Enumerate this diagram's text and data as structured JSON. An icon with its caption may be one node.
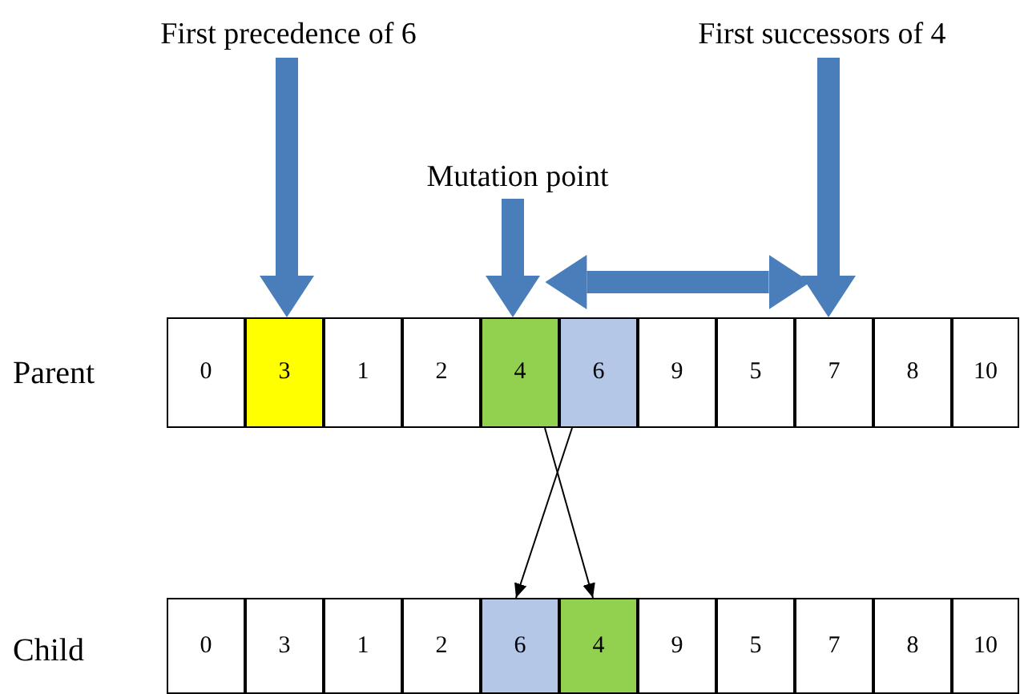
{
  "diagram": {
    "nodes": [
      {
        "text": [
          "First precedence of 6"
        ]
      },
      {
        "text": [
          "First successors of 4"
        ]
      },
      {
        "text": [
          "Mutation point"
        ]
      },
      {
        "text": [
          "0"
        ]
      },
      {
        "text": [
          "3"
        ]
      },
      {
        "text": [
          "1"
        ]
      },
      {
        "text": [
          "2"
        ]
      },
      {
        "text": [
          "4"
        ]
      },
      {
        "text": [
          "6"
        ]
      },
      {
        "text": [
          "9"
        ]
      },
      {
        "text": [
          "5"
        ]
      },
      {
        "text": [
          "7"
        ]
      },
      {
        "text": [
          "8"
        ]
      },
      {
        "text": [
          "10"
        ]
      },
      {
        "text": [
          "0"
        ]
      },
      {
        "text": [
          "3"
        ]
      },
      {
        "text": [
          "1"
        ]
      },
      {
        "text": [
          "2"
        ]
      },
      {
        "text": [
          "6"
        ]
      },
      {
        "text": [
          "4"
        ]
      },
      {
        "text": [
          "9"
        ]
      },
      {
        "text": [
          "5"
        ]
      },
      {
        "text": [
          "7"
        ]
      },
      {
        "text": [
          "8"
        ]
      },
      {
        "text": [
          "10"
        ]
      }
    ],
    "edges": [
      {
        "from": 0,
        "to": 4,
        "arrow": "to"
      },
      {
        "from": 2,
        "to": 7,
        "arrow": "to"
      },
      {
        "from": 1,
        "to": 11,
        "arrow": "to"
      },
      {
        "from": 7,
        "to": 19,
        "arrow": "to",
        "color": "#000000"
      },
      {
        "from": 8,
        "to": 18,
        "arrow": "to",
        "color": "#000000"
      },
      {
        "from": 7,
        "to": 11,
        "arrow": "both"
      }
    ],
    "labels": [
      "Parent",
      "Child"
    ]
  }
}
